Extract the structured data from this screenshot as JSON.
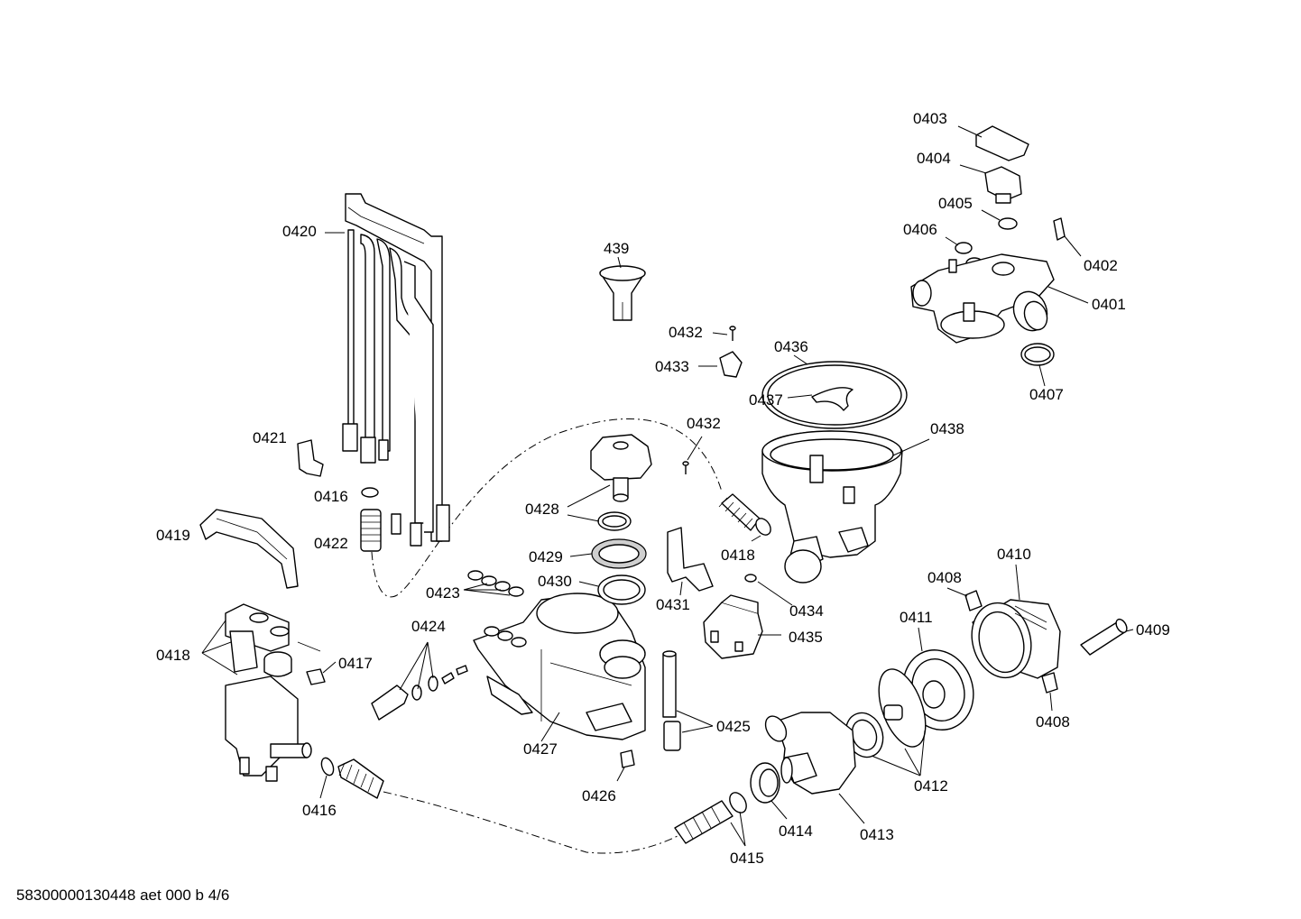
{
  "diagram": {
    "labels": [
      {
        "id": "0401",
        "text": "0401"
      },
      {
        "id": "0402",
        "text": "0402"
      },
      {
        "id": "0403",
        "text": "0403"
      },
      {
        "id": "0404",
        "text": "0404"
      },
      {
        "id": "0405",
        "text": "0405"
      },
      {
        "id": "0406",
        "text": "0406"
      },
      {
        "id": "0407",
        "text": "0407"
      },
      {
        "id": "0408a",
        "text": "0408"
      },
      {
        "id": "0408b",
        "text": "0408"
      },
      {
        "id": "0409",
        "text": "0409"
      },
      {
        "id": "0410",
        "text": "0410"
      },
      {
        "id": "0411",
        "text": "0411"
      },
      {
        "id": "0412",
        "text": "0412"
      },
      {
        "id": "0413",
        "text": "0413"
      },
      {
        "id": "0414",
        "text": "0414"
      },
      {
        "id": "0415",
        "text": "0415"
      },
      {
        "id": "0416a",
        "text": "0416"
      },
      {
        "id": "0416b",
        "text": "0416"
      },
      {
        "id": "0417",
        "text": "0417"
      },
      {
        "id": "0418a",
        "text": "0418"
      },
      {
        "id": "0418b",
        "text": "0418"
      },
      {
        "id": "0419",
        "text": "0419"
      },
      {
        "id": "0420",
        "text": "0420"
      },
      {
        "id": "0421",
        "text": "0421"
      },
      {
        "id": "0422",
        "text": "0422"
      },
      {
        "id": "0423",
        "text": "0423"
      },
      {
        "id": "0424",
        "text": "0424"
      },
      {
        "id": "0425",
        "text": "0425"
      },
      {
        "id": "0426",
        "text": "0426"
      },
      {
        "id": "0427",
        "text": "0427"
      },
      {
        "id": "0428",
        "text": "0428"
      },
      {
        "id": "0429",
        "text": "0429"
      },
      {
        "id": "0430",
        "text": "0430"
      },
      {
        "id": "0431",
        "text": "0431"
      },
      {
        "id": "0432a",
        "text": "0432"
      },
      {
        "id": "0432b",
        "text": "0432"
      },
      {
        "id": "0433",
        "text": "0433"
      },
      {
        "id": "0434",
        "text": "0434"
      },
      {
        "id": "0435",
        "text": "0435"
      },
      {
        "id": "0436",
        "text": "0436"
      },
      {
        "id": "0437",
        "text": "0437"
      },
      {
        "id": "0438",
        "text": "0438"
      },
      {
        "id": "439",
        "text": "439"
      }
    ],
    "footer": "58300000130448 aet 000 b 4/6",
    "colors": {
      "line": "#000000",
      "background": "#ffffff",
      "shade": "#cfcfcf"
    }
  }
}
